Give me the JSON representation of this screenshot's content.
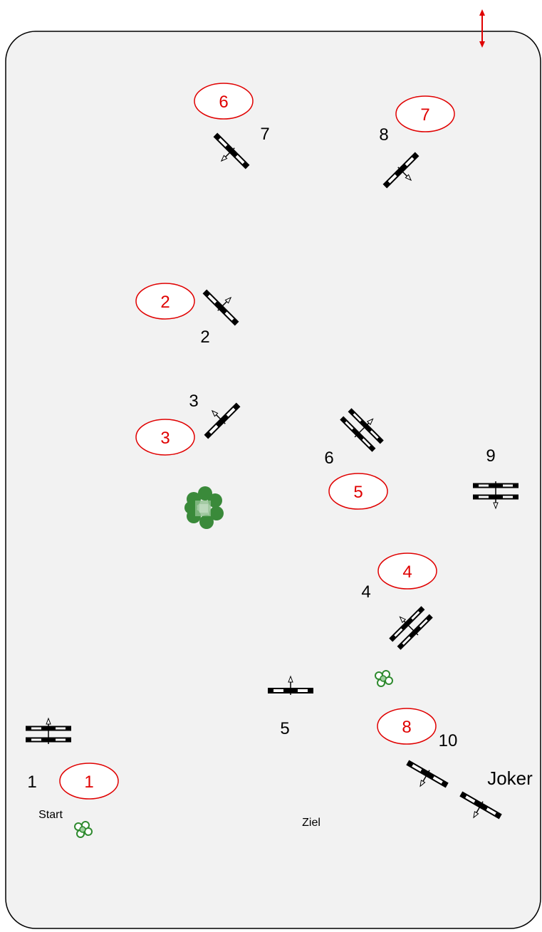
{
  "labels": {
    "start": "Start",
    "ziel": "Ziel",
    "joker": "Joker"
  },
  "obstacle_numbers": {
    "n1": "1",
    "n2": "2",
    "n3": "3",
    "n4": "4",
    "n5": "5",
    "n6": "6",
    "n7": "7",
    "n8": "8",
    "n9": "9",
    "n10": "10"
  },
  "circle_numbers": {
    "c1": "1",
    "c2": "2",
    "c3": "3",
    "c4": "4",
    "c5": "5",
    "c6": "6",
    "c7": "7",
    "c8": "8"
  },
  "colors": {
    "arena_fill": "#f2f2f2",
    "arena_border": "#000000",
    "circle_stroke": "#e00000",
    "circle_text": "#e00000",
    "tree_green": "#3a8a3a",
    "arrow_red": "#e00000"
  },
  "icons": [
    "fence-jump-icon",
    "oxer-jump-icon",
    "tree-icon",
    "bush-icon",
    "double-arrow-icon"
  ]
}
